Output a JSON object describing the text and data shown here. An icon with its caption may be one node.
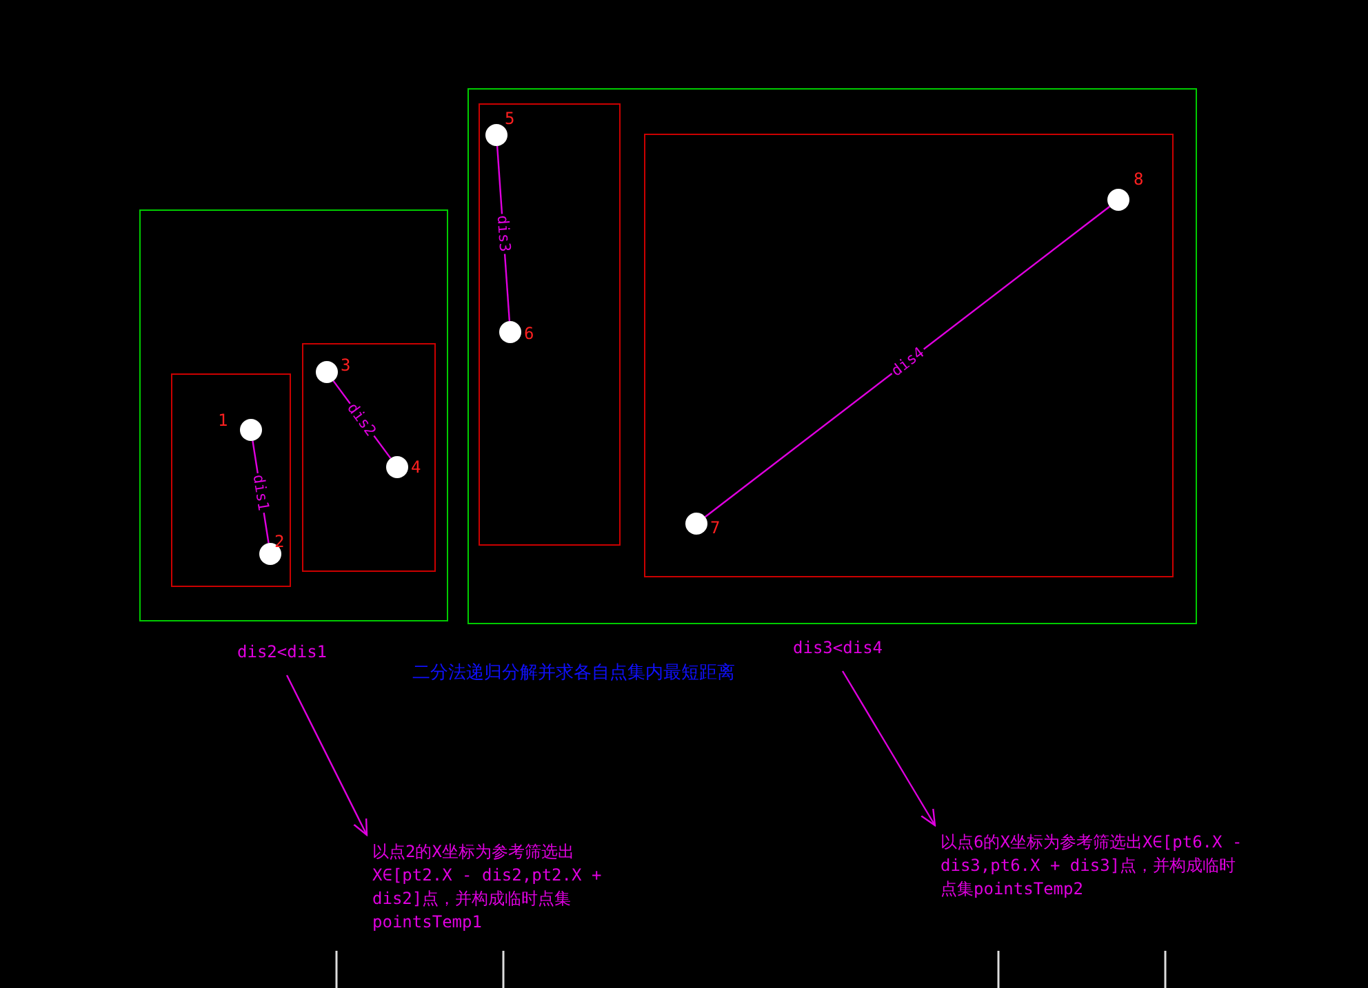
{
  "diagram": {
    "nodes": [
      {
        "text": [],
        "shape": "box"
      },
      {
        "text": [],
        "shape": "box",
        "in": 0
      },
      {
        "text": [],
        "shape": "box",
        "in": 0
      },
      {
        "text": [],
        "shape": "circle",
        "in": 1,
        "beside": [
          "1"
        ]
      },
      {
        "text": [],
        "shape": "circle",
        "in": 1,
        "beside": [
          "2"
        ]
      },
      {
        "text": [],
        "shape": "circle",
        "in": 2,
        "beside": [
          "3"
        ]
      },
      {
        "text": [],
        "shape": "circle",
        "in": 2,
        "beside": [
          "4"
        ]
      },
      {
        "text": [],
        "shape": "box"
      },
      {
        "text": [],
        "shape": "box",
        "in": 7
      },
      {
        "text": [],
        "shape": "box",
        "in": 7
      },
      {
        "text": [],
        "shape": "circle",
        "in": 8,
        "beside": [
          "5"
        ]
      },
      {
        "text": [],
        "shape": "circle",
        "in": 8,
        "beside": [
          "6"
        ]
      },
      {
        "text": [],
        "shape": "circle",
        "in": 9,
        "beside": [
          "7"
        ]
      },
      {
        "text": [],
        "shape": "circle",
        "in": 9,
        "beside": [
          "8"
        ]
      },
      {
        "text": [
          "dis2<dis1"
        ]
      },
      {
        "text": [
          "以点2的X坐标为参考筛选出X∈[pt2.X - dis2,pt2.X + dis2]点，并构成临时点集pointsTemp1"
        ]
      },
      {
        "text": [
          "dis3<dis4"
        ]
      },
      {
        "text": [
          "以点6的X坐标为参考筛选出X∈[pt6.X - dis3,pt6.X + dis3]点，并构成临时点集pointsTemp2"
        ]
      }
    ],
    "edges": [
      {
        "from": 3,
        "to": 4,
        "arrow": "none",
        "label": "dis1"
      },
      {
        "from": 5,
        "to": 6,
        "arrow": "none",
        "label": "dis2"
      },
      {
        "from": 10,
        "to": 11,
        "arrow": "none",
        "label": "dis3"
      },
      {
        "from": 12,
        "to": 13,
        "arrow": "none",
        "label": "dis4"
      },
      {
        "from": 14,
        "to": 15,
        "arrow": "to"
      },
      {
        "from": 16,
        "to": 17,
        "arrow": "to"
      }
    ],
    "labels": [
      "二分法递归分解并求各自点集内最短距离"
    ]
  }
}
